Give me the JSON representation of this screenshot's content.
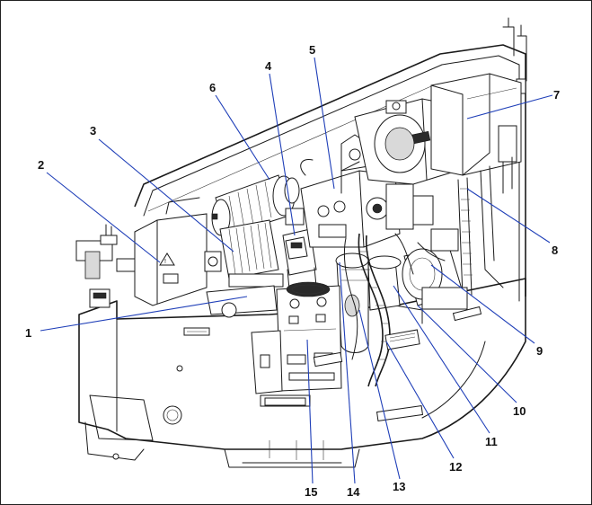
{
  "diagram": {
    "leader_color": "#1f3fb8",
    "callouts": [
      {
        "label": "1"
      },
      {
        "label": "2"
      },
      {
        "label": "3"
      },
      {
        "label": "4"
      },
      {
        "label": "5"
      },
      {
        "label": "6"
      },
      {
        "label": "7"
      },
      {
        "label": "8"
      },
      {
        "label": "9"
      },
      {
        "label": "10"
      },
      {
        "label": "11"
      },
      {
        "label": "12"
      },
      {
        "label": "13"
      },
      {
        "label": "14"
      },
      {
        "label": "15"
      }
    ]
  }
}
